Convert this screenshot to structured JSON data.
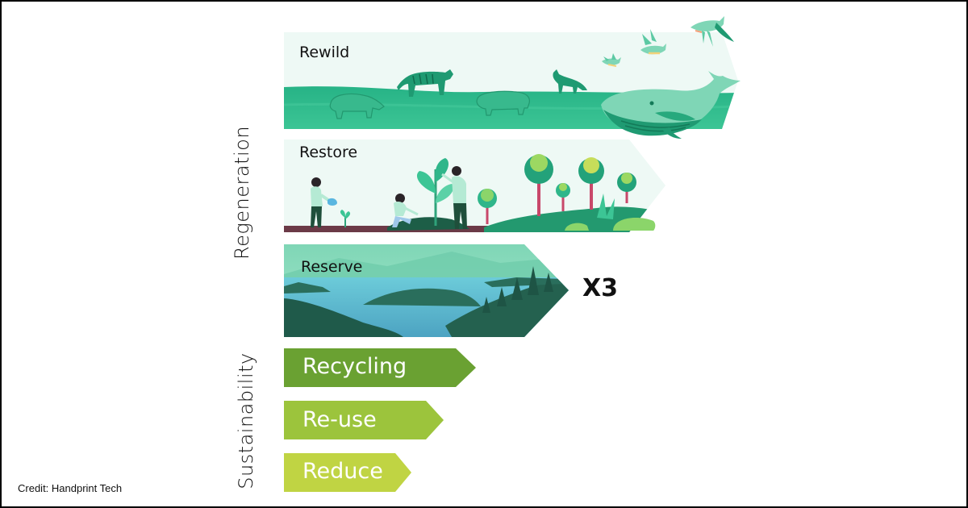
{
  "title": "Regeneration and Sustainability hierarchy",
  "groups": {
    "regeneration": "Regeneration",
    "sustainability": "Sustainability"
  },
  "regeneration_steps": [
    {
      "label": "Rewild",
      "illustration": "wildlife: rhino, tiger, hippo, fox, whale, birds"
    },
    {
      "label": "Restore",
      "illustration": "people planting and watering trees"
    },
    {
      "label": "Reserve",
      "illustration": "lake landscape with islands and pine trees"
    }
  ],
  "multiplier": "X3",
  "sustainability_steps": [
    {
      "label": "Recycling",
      "color": "#6aa132"
    },
    {
      "label": "Re-use",
      "color": "#9cc43c"
    },
    {
      "label": "Reduce",
      "color": "#c0d443"
    }
  ],
  "colors": {
    "rewild_sky": "#eef9f5",
    "rewild_band": "#2fb68a",
    "restore_bg": "#eef9f5",
    "reserve_sky": "#8fdcbd",
    "reserve_water": "#5bbfd2",
    "reserve_land": "#2a6e5c"
  },
  "credit": "Credit: Handprint Tech"
}
